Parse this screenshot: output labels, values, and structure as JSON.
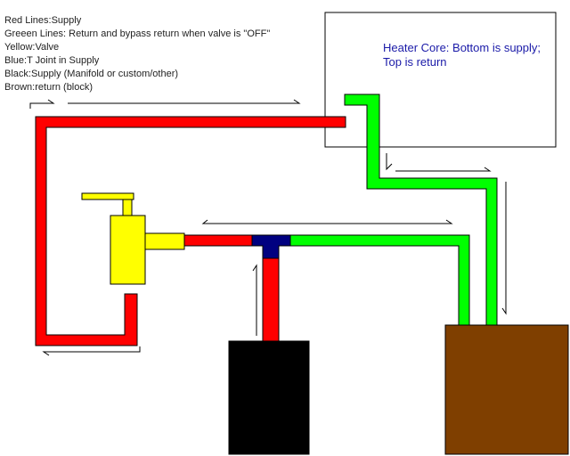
{
  "legend": {
    "items": [
      "Red Lines:Supply",
      "Greeen Lines: Return and bypass return when valve is \"OFF\"",
      "Yellow:Valve",
      "Blue:T Joint in Supply",
      "Black:Supply (Manifold or custom/other)",
      "Brown:return (block)"
    ]
  },
  "heater_core": {
    "label": "Heater Core: Bottom is supply; Top is return"
  },
  "colors": {
    "supply_line": "#ff0000",
    "return_line": "#00ff00",
    "valve": "#ffff00",
    "t_joint": "#000080",
    "supply_source": "#000000",
    "block": "#7f3f00",
    "outline": "#000000",
    "heater_fill": "#ffffff"
  }
}
